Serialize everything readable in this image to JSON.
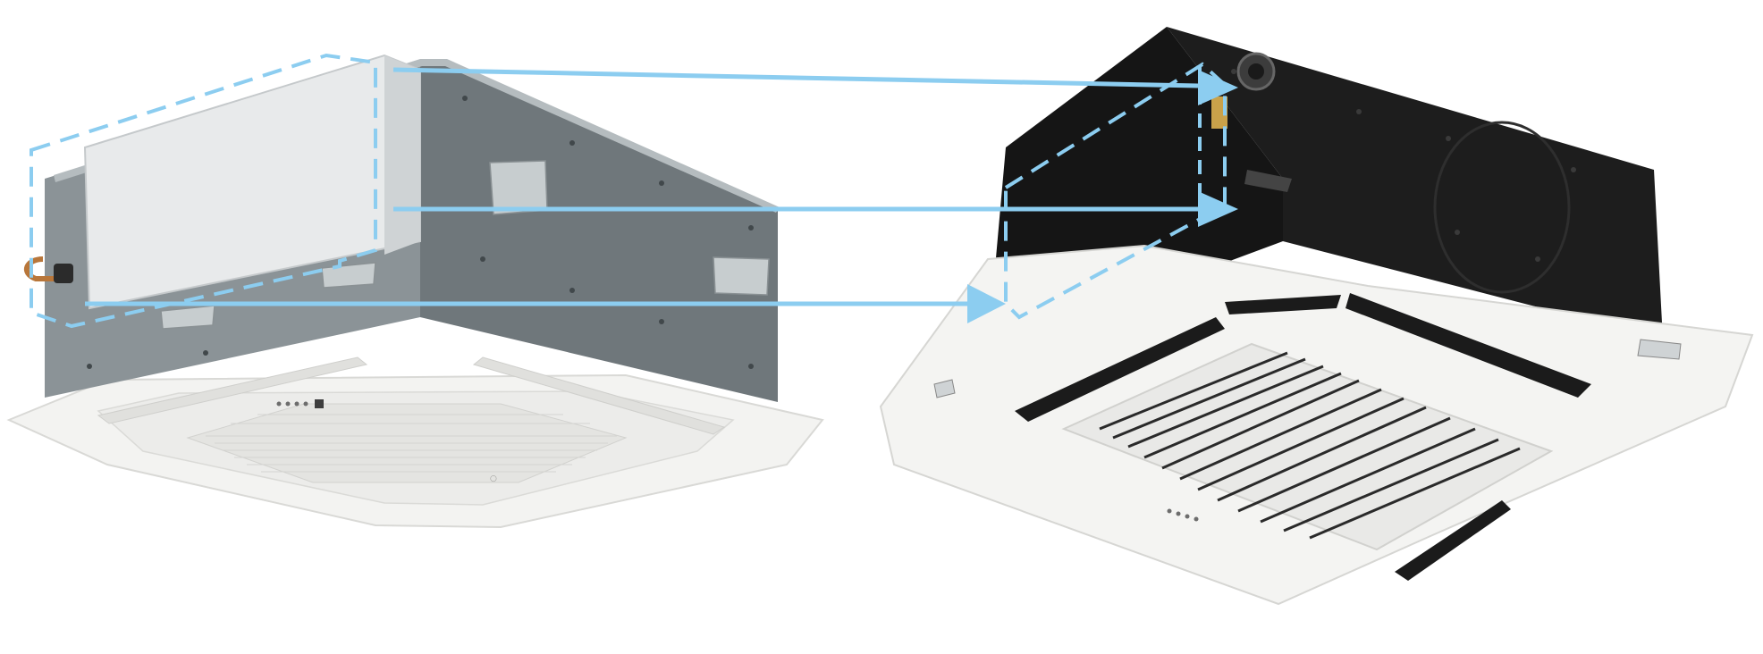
{
  "colors": {
    "background": "#ffffff",
    "arrow": "#8ccdf0",
    "dashed_outline": "#8ccdf0",
    "steel_body": "#7c8488",
    "steel_light": "#a9b0b3",
    "steel_dark": "#5b6367",
    "panel_white": "#f4f4f2",
    "grille": "#e6e6e3",
    "black_body": "#141414",
    "insulation": "#1d1d1d",
    "copper": "#b8763a",
    "brass": "#c9a24a"
  },
  "left_unit": {
    "description_icon": "cassette-ac-unit-icon",
    "indicator_lights": 4
  },
  "right_unit": {
    "description_icon": "cassette-ac-unit-icon",
    "indicator_lights": 4
  },
  "callout": {
    "arrow_count": 3,
    "outline_style": "dashed"
  }
}
